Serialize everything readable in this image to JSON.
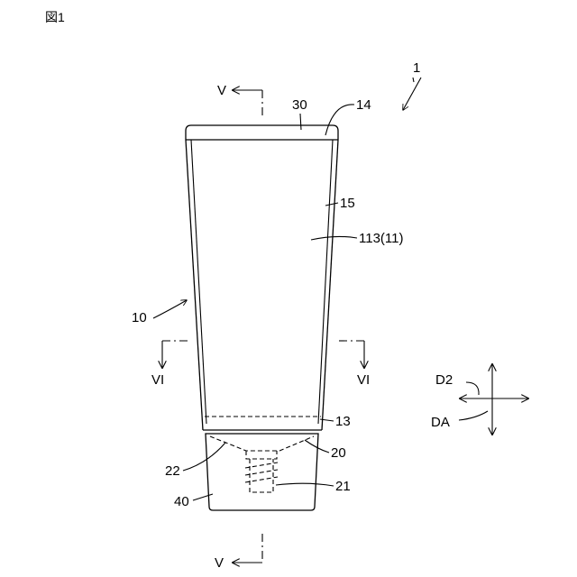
{
  "figure_label": "図1",
  "labels": {
    "ref_1": "1",
    "ref_10": "10",
    "ref_13": "13",
    "ref_14": "14",
    "ref_15": "15",
    "ref_113": "113(11)",
    "ref_20": "20",
    "ref_21": "21",
    "ref_22": "22",
    "ref_30": "30",
    "ref_40": "40",
    "section_v": "V",
    "section_vi": "VI",
    "dir_d2": "D2",
    "dir_da": "DA"
  }
}
